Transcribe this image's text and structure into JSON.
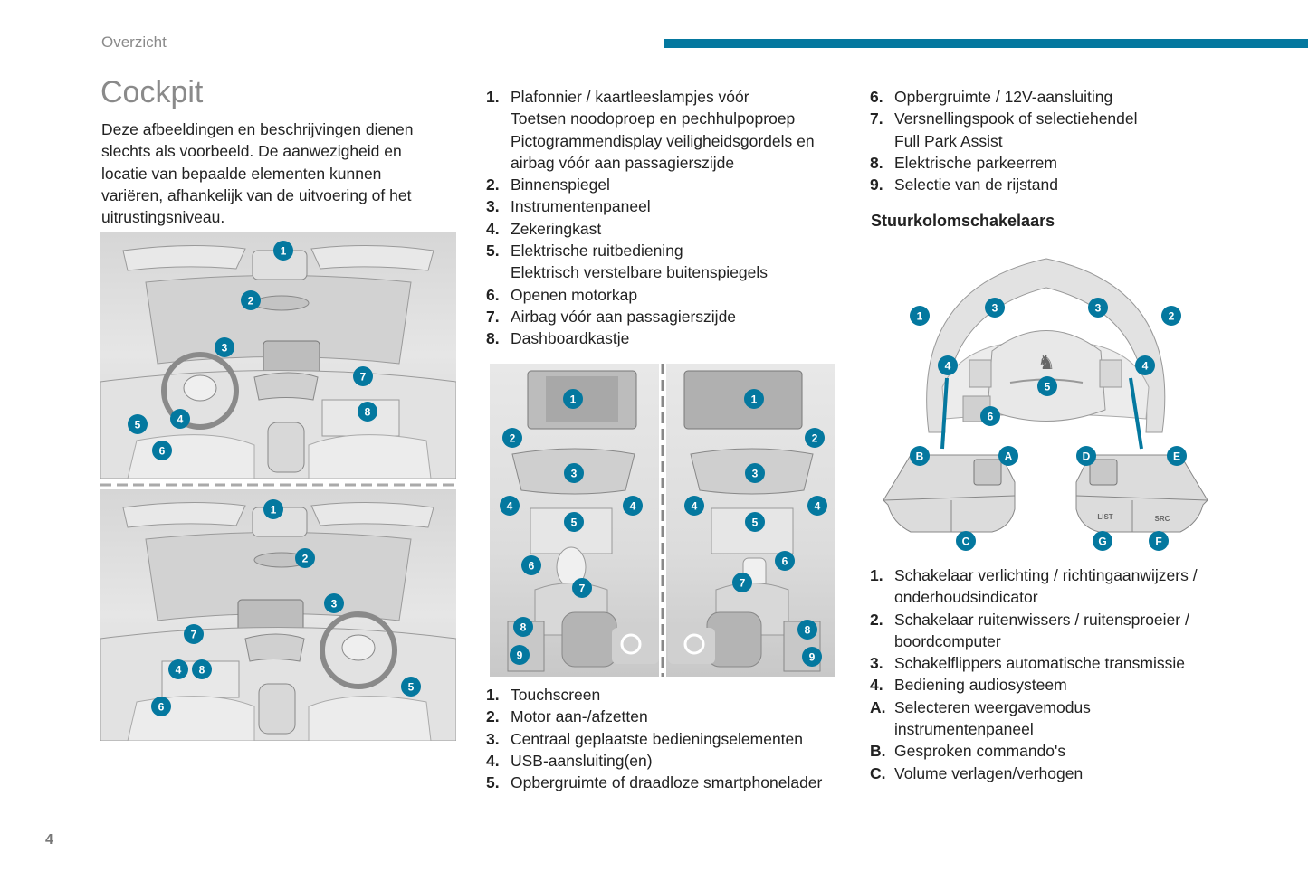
{
  "header": {
    "section": "Overzicht",
    "accent_color": "#04789f"
  },
  "page": {
    "title": "Cockpit",
    "number": "4"
  },
  "intro": "Deze afbeeldingen en beschrijvingen dienen slechts als voorbeeld. De aanwezigheid en locatie van bepaalde elementen kunnen variëren, afhankelijk van de uitvoering of het uitrustingsniveau.",
  "cockpit_lhd": {
    "callouts": [
      "1",
      "2",
      "3",
      "4",
      "5",
      "6",
      "7",
      "8"
    ]
  },
  "cockpit_rhd": {
    "callouts": [
      "1",
      "2",
      "3",
      "4",
      "8",
      "5",
      "6",
      "7"
    ]
  },
  "cockpit_list": [
    {
      "num": "1.",
      "lines": [
        "Plafonnier / kaartleeslampjes vóór",
        "Toetsen noodoproep en pechhulpoproep",
        "Pictogrammendisplay veiligheidsgordels en",
        "airbag vóór aan passagierszijde"
      ]
    },
    {
      "num": "2.",
      "lines": [
        "Binnenspiegel"
      ]
    },
    {
      "num": "3.",
      "lines": [
        "Instrumentenpaneel"
      ]
    },
    {
      "num": "4.",
      "lines": [
        "Zekeringkast"
      ]
    },
    {
      "num": "5.",
      "lines": [
        "Elektrische ruitbediening",
        "Elektrisch verstelbare buitenspiegels"
      ]
    },
    {
      "num": "6.",
      "lines": [
        "Openen motorkap"
      ]
    },
    {
      "num": "7.",
      "lines": [
        "Airbag vóór aan passagierszijde"
      ]
    },
    {
      "num": "8.",
      "lines": [
        "Dashboardkastje"
      ]
    }
  ],
  "console": {
    "callouts_left": [
      "1",
      "2",
      "3",
      "4",
      "4",
      "5",
      "6",
      "7",
      "8",
      "9"
    ],
    "callouts_right": [
      "1",
      "2",
      "3",
      "4",
      "4",
      "5",
      "6",
      "7",
      "8",
      "9"
    ]
  },
  "console_list": [
    {
      "num": "1.",
      "lines": [
        "Touchscreen"
      ]
    },
    {
      "num": "2.",
      "lines": [
        "Motor aan-/afzetten"
      ]
    },
    {
      "num": "3.",
      "lines": [
        "Centraal geplaatste bedieningselementen"
      ]
    },
    {
      "num": "4.",
      "lines": [
        "USB-aansluiting(en)"
      ]
    },
    {
      "num": "5.",
      "lines": [
        "Opbergruimte of draadloze smartphonelader"
      ]
    }
  ],
  "console_list_cont": [
    {
      "num": "6.",
      "lines": [
        "Opbergruimte / 12V-aansluiting"
      ]
    },
    {
      "num": "7.",
      "lines": [
        "Versnellingspook of selectiehendel",
        "Full Park Assist"
      ]
    },
    {
      "num": "8.",
      "lines": [
        "Elektrische parkeerrem"
      ]
    },
    {
      "num": "9.",
      "lines": [
        "Selectie van de rijstand"
      ]
    }
  ],
  "steering": {
    "heading": "Stuurkolomschakelaars",
    "callouts": [
      "1",
      "2",
      "3",
      "3",
      "4",
      "4",
      "5",
      "6",
      "A",
      "B",
      "C",
      "D",
      "E",
      "F",
      "G"
    ],
    "button_labels": {
      "list": "LIST",
      "src": "SRC"
    }
  },
  "steering_list": [
    {
      "num": "1.",
      "lines": [
        "Schakelaar verlichting / richtingaanwijzers /",
        "onderhoudsindicator"
      ]
    },
    {
      "num": "2.",
      "lines": [
        "Schakelaar ruitenwissers / ruitensproeier /",
        "boordcomputer"
      ]
    },
    {
      "num": "3.",
      "lines": [
        "Schakelflippers automatische transmissie"
      ]
    },
    {
      "num": "4.",
      "lines": [
        "Bediening audiosysteem"
      ]
    },
    {
      "num": "A.",
      "lines": [
        "Selecteren weergavemodus",
        "instrumentenpaneel"
      ]
    },
    {
      "num": "B.",
      "lines": [
        "Gesproken commando's"
      ]
    },
    {
      "num": "C.",
      "lines": [
        "Volume verlagen/verhogen"
      ]
    }
  ]
}
